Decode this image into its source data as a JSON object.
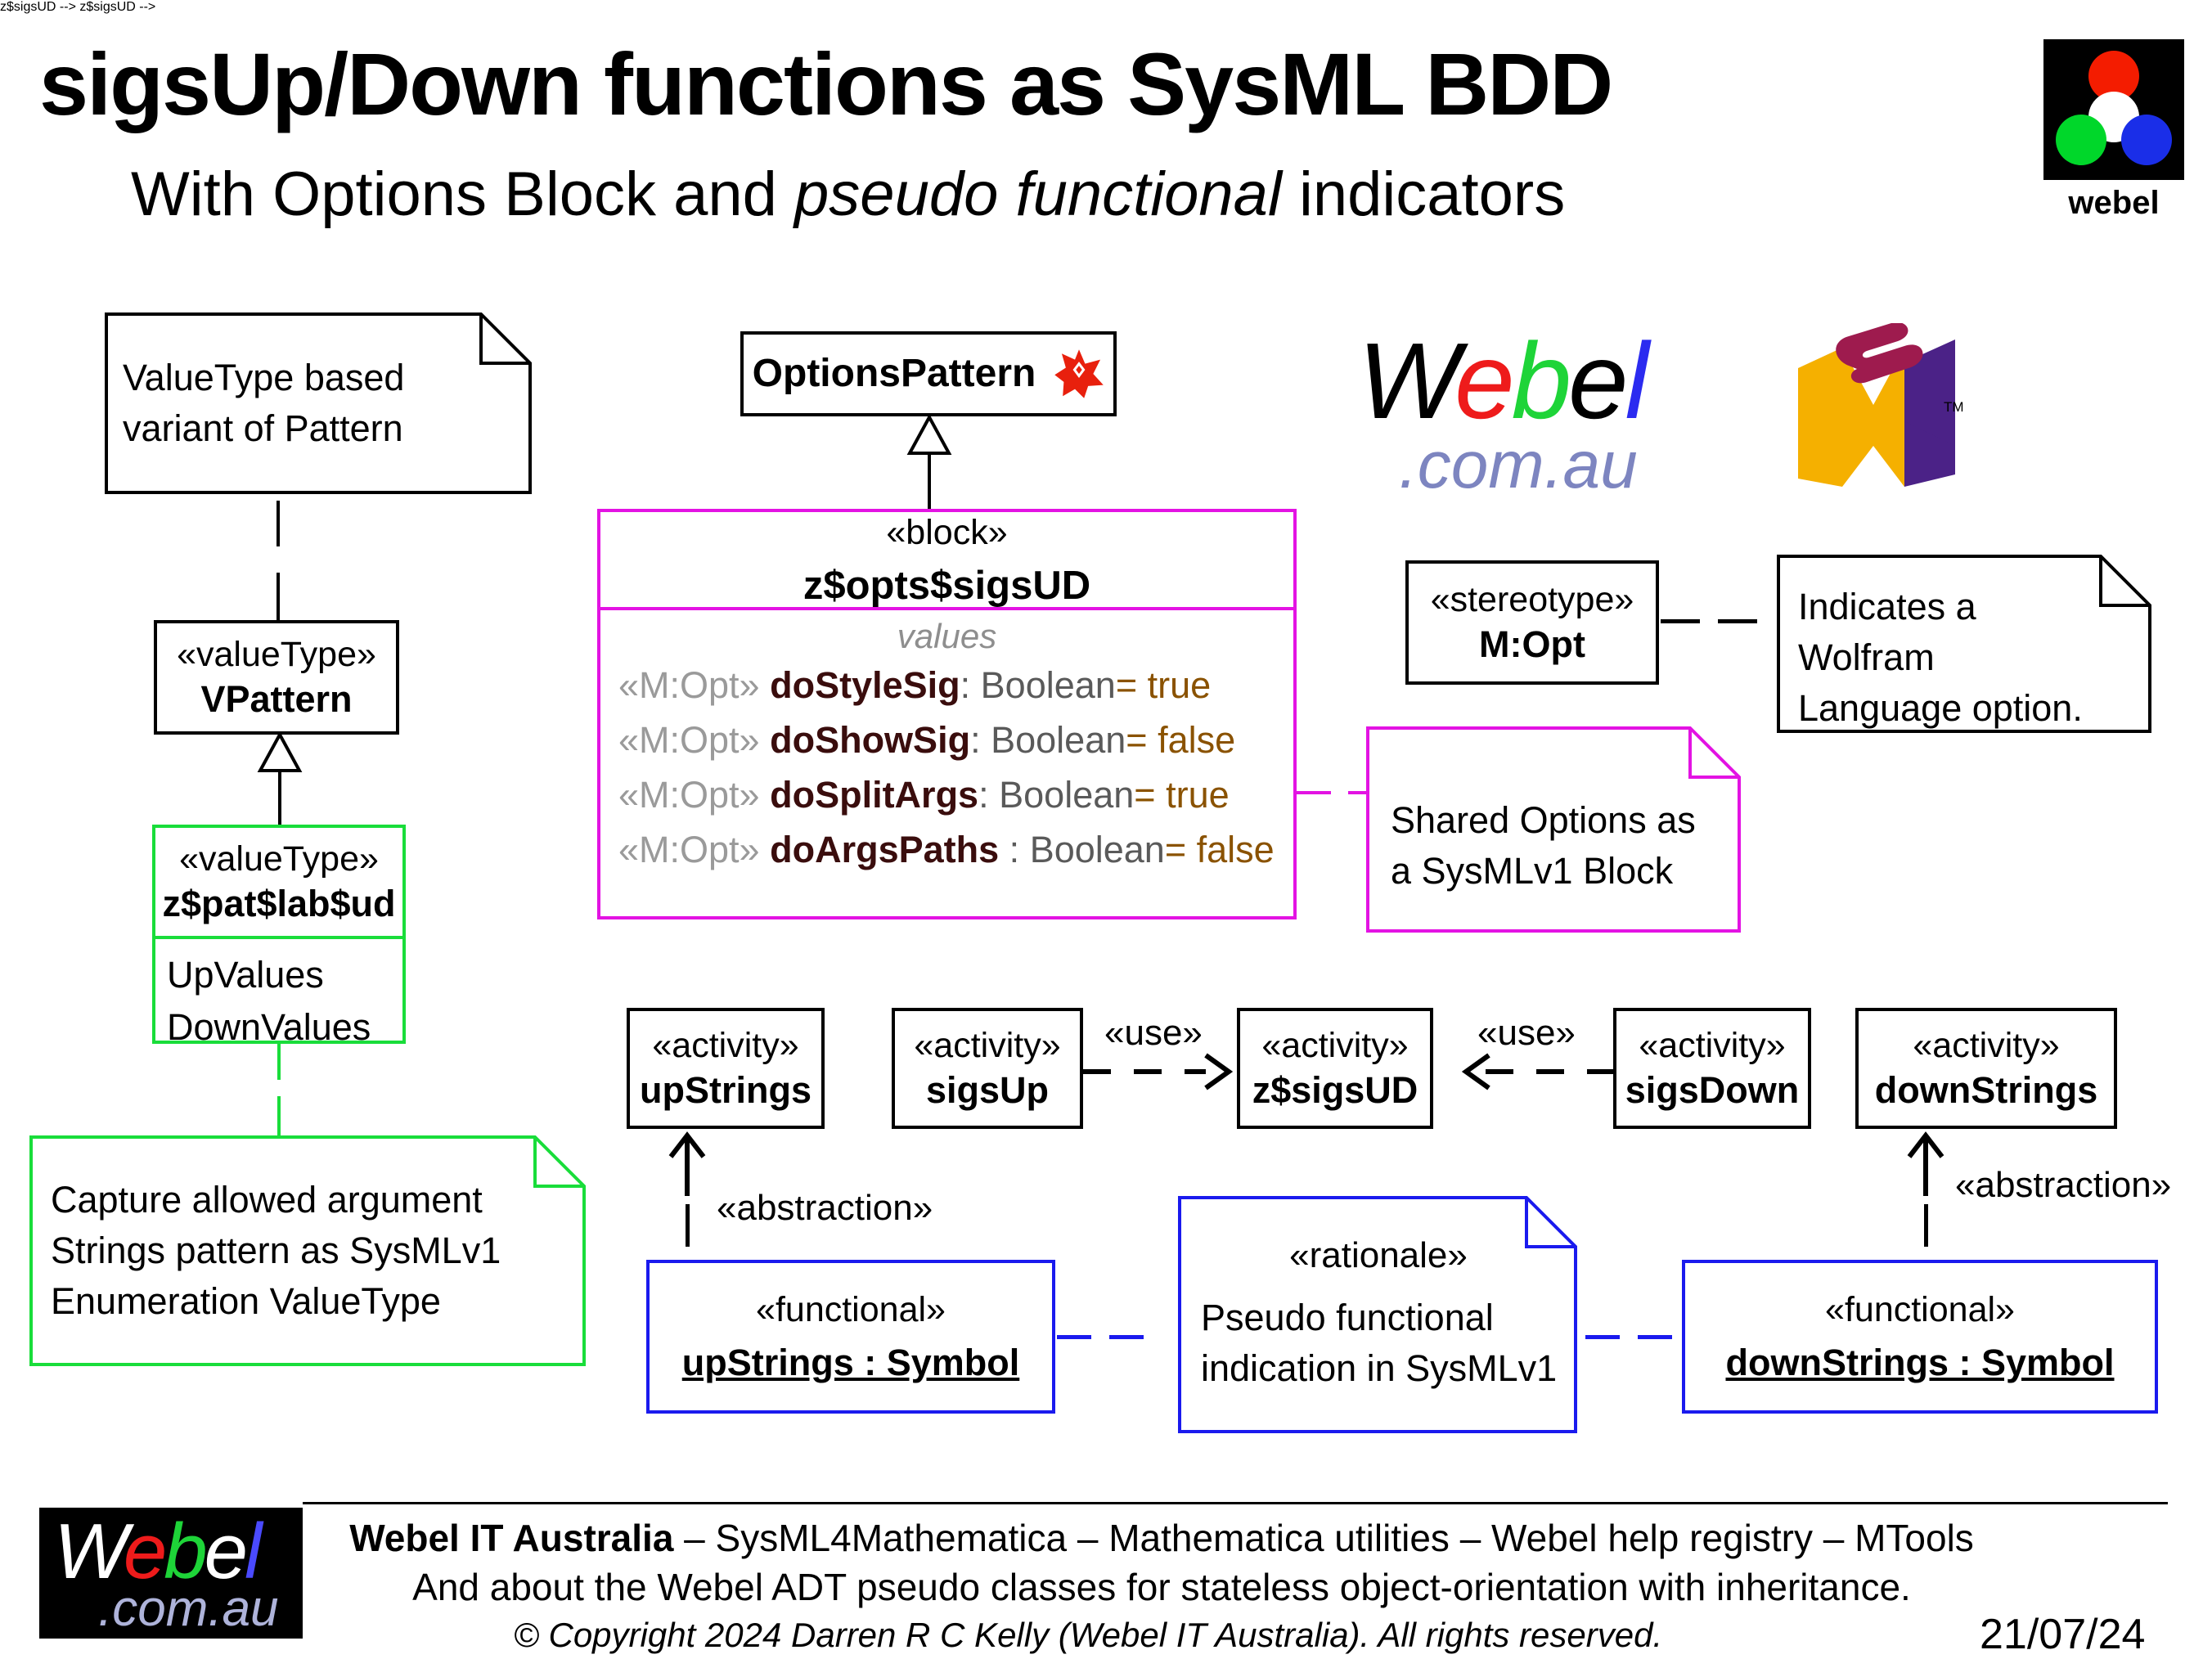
{
  "header": {
    "title": "sigsUp/Down functions as SysML BDD",
    "subtitle_pre": "With Options Block and ",
    "subtitle_em": "pseudo functional",
    "subtitle_post": " indicators",
    "logo_label": "webel",
    "logo_colors": {
      "red": "#f41c00",
      "white": "#ffffff",
      "green": "#00d72a",
      "blue": "#1a2ee8",
      "bg": "#000000"
    }
  },
  "notes": {
    "valuetype_variant": "ValueType based\nvariant of Pattern",
    "capture_enum": "Capture allowed argument\nStrings pattern as SysMLv1\nEnumeration ValueType",
    "wolfram_option": "Indicates a Wolfram\nLanguage option.",
    "shared_options": "Shared Options as\na SysMLv1 Block",
    "rationale_stereotype": "«rationale»",
    "rationale_text": "Pseudo functional\nindication in SysMLv1"
  },
  "classes": {
    "options_pattern": {
      "name": "OptionsPattern",
      "icon": "mathematica-spikey-icon"
    },
    "vpattern": {
      "stereotype": "«valueType»",
      "name": "VPattern"
    },
    "zpatlabud": {
      "stereotype": "«valueType»",
      "name": "z$pat$lab$ud",
      "literals": [
        "UpValues",
        "DownValues"
      ]
    },
    "block": {
      "stereotype": "«block»",
      "name": "z$opts$sigsUD",
      "compartment": "values",
      "values": [
        {
          "stereotype": "«M:Opt»",
          "prop": "doStyleSig",
          "sep": ":",
          "type": "Boolean",
          "eq": "=",
          "value": "true"
        },
        {
          "stereotype": "«M:Opt»",
          "prop": "doShowSig",
          "sep": ":",
          "type": "Boolean",
          "eq": "=",
          "value": "false"
        },
        {
          "stereotype": "«M:Opt»",
          "prop": "doSplitArgs",
          "sep": ":",
          "type": "Boolean",
          "eq": "=",
          "value": "true"
        },
        {
          "stereotype": "«M:Opt»",
          "prop": "doArgsPaths",
          "sep": ":",
          "type": "Boolean",
          "eq": "=",
          "value": "false"
        }
      ]
    },
    "stereotype_mopt": {
      "stereotype": "«stereotype»",
      "name": "M:Opt"
    }
  },
  "activities": [
    {
      "stereotype": "«activity»",
      "name": "upStrings"
    },
    {
      "stereotype": "«activity»",
      "name": "sigsUp"
    },
    {
      "stereotype": "«activity»",
      "name": "z$sigsUD"
    },
    {
      "stereotype": "«activity»",
      "name": "sigsDown"
    },
    {
      "stereotype": "«activity»",
      "name": "downStrings"
    }
  ],
  "functionals": [
    {
      "stereotype": "«functional»",
      "name": "upStrings : Symbol"
    },
    {
      "stereotype": "«functional»",
      "name": "downStrings : Symbol"
    }
  ],
  "edge_labels": {
    "use_left": "«use»",
    "use_right": "«use»",
    "abstraction_left": "«abstraction»",
    "abstraction_right": "«abstraction»"
  },
  "logos": {
    "webel_wordmark": {
      "W": "W",
      "e1": "e",
      "b": "b",
      "e2": "e",
      "l": "l",
      "domain": ".com.au"
    },
    "sysml": {
      "sys": "SYS",
      "m": "M",
      "l": "L",
      "tm": "TM"
    }
  },
  "footer": {
    "logo": {
      "W": "W",
      "e1": "e",
      "b": "b",
      "e2": "e",
      "l": "l",
      "domain": ".com.au"
    },
    "line1_strong": "Webel IT Australia",
    "line1_rest": "  – SysML4Mathematica – Mathematica utilities – Webel help registry – MTools",
    "line2": "And about the Webel ADT pseudo classes for stateless object-orientation with inheritance.",
    "copyright": "© Copyright 2024 Darren R C Kelly (Webel IT Australia). All rights reserved.",
    "date": "21/07/24"
  },
  "colors": {
    "magenta": "#e313e3",
    "green": "#19dd3a",
    "blue": "#1a1aee",
    "spikey_red": "#e8200d",
    "values_gray": "#8e8e8e"
  }
}
